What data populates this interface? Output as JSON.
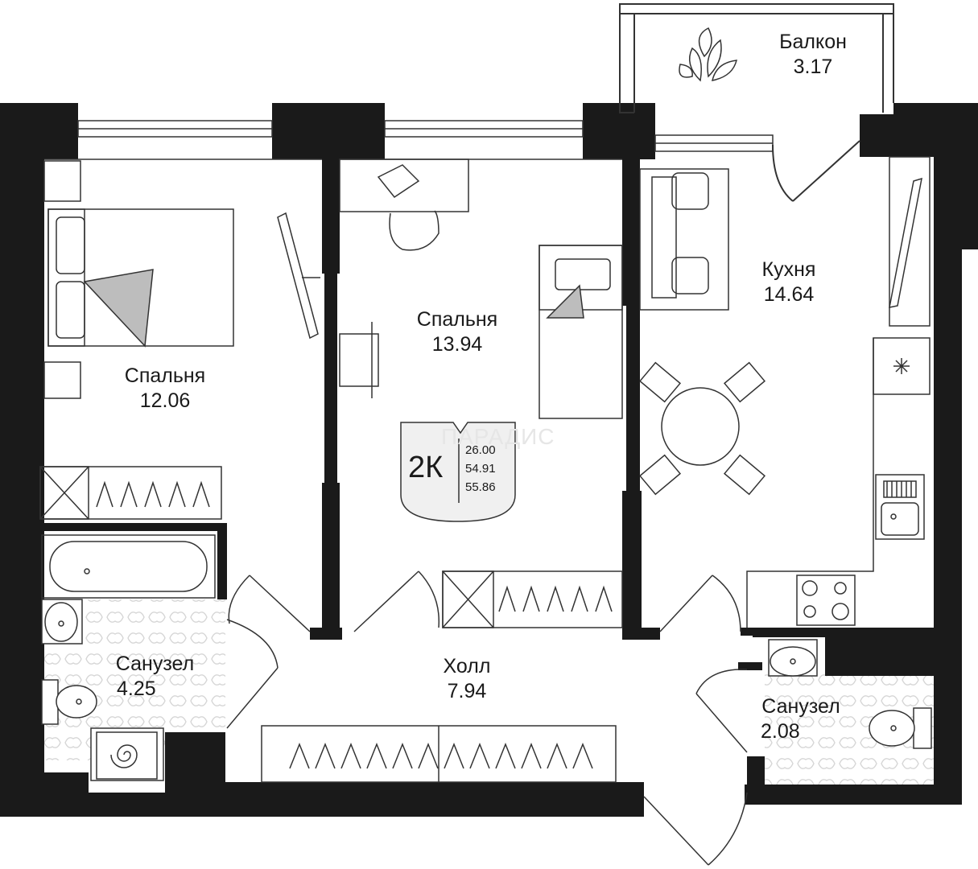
{
  "rooms": {
    "bedroom1": {
      "name": "Спальня",
      "area": "12.06"
    },
    "bedroom2": {
      "name": "Спальня",
      "area": "13.94"
    },
    "kitchen": {
      "name": "Кухня",
      "area": "14.64"
    },
    "balcony": {
      "name": "Балкон",
      "area": "3.17"
    },
    "bathroom1": {
      "name": "Санузел",
      "area": "4.25"
    },
    "bathroom2": {
      "name": "Санузел",
      "area": "2.08"
    },
    "hall": {
      "name": "Холл",
      "area": "7.94"
    }
  },
  "badge": {
    "code": "2К",
    "values": [
      "26.00",
      "54.91",
      "55.86"
    ]
  },
  "watermark": "ПАРАДИС",
  "colors": {
    "wall": "#1a1a1a",
    "furniture": "#333333",
    "tile": "#d9d9d9",
    "accent_fill": "#bdbdbd"
  }
}
